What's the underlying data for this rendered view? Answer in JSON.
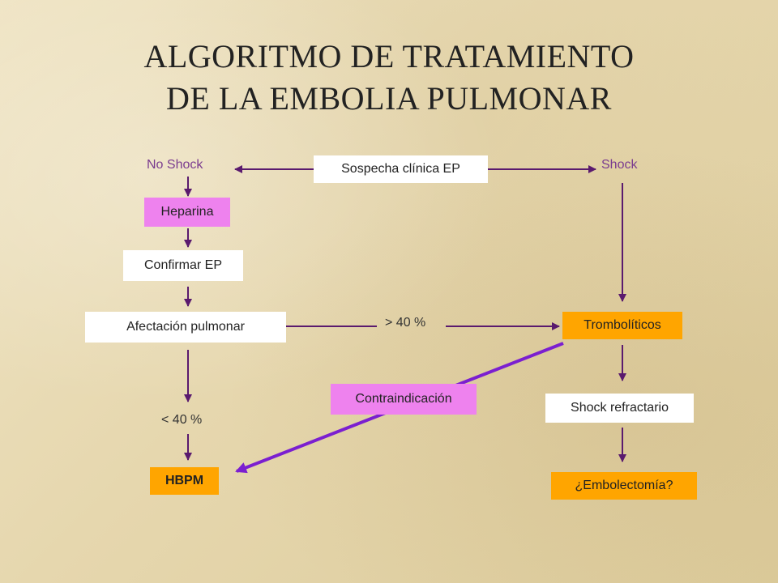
{
  "title": {
    "line1": "ALGORITMO DE TRATAMIENTO",
    "line2": "DE LA EMBOLIA PULMONAR"
  },
  "nodes": {
    "sospecha": "Sospecha clínica EP",
    "no_shock": "No Shock",
    "shock": "Shock",
    "heparina": "Heparina",
    "confirmar": "Confirmar EP",
    "afectacion": "Afectación pulmonar",
    "gt40": "> 40 %",
    "lt40": "< 40 %",
    "trombo": "Trombolíticos",
    "contra": "Contraindicación",
    "shock_ref": "Shock refractario",
    "hbpm": "HBPM",
    "embolectomia": "¿Embolectomía?"
  },
  "colors": {
    "arrow": "#5a1a6e",
    "arrow_bright": "#7b1fd0",
    "label_purple": "#7a3b8f",
    "box_white": "#ffffff",
    "box_pink": "#ee82ee",
    "box_orange": "#ffa500"
  }
}
